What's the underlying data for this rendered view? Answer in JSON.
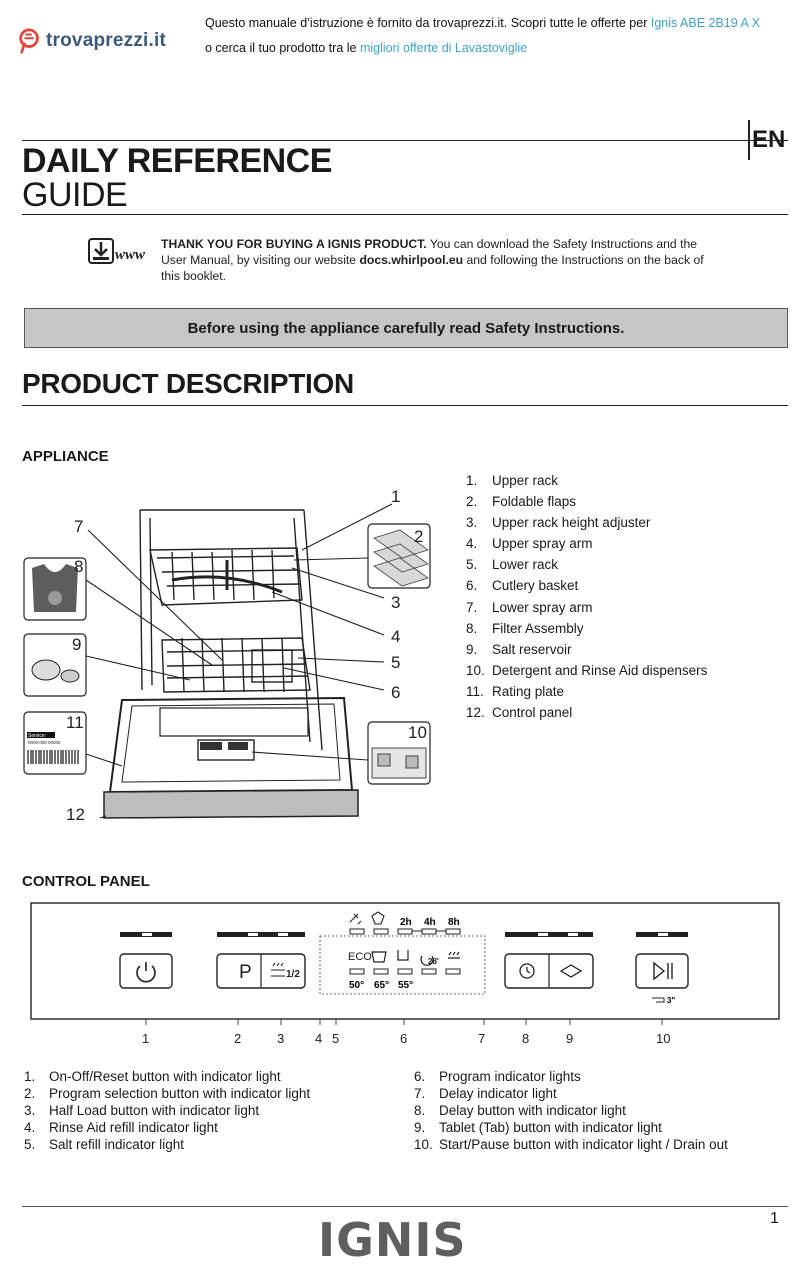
{
  "banner": {
    "logo_text": "trovaprezzi.it",
    "line1_prefix": "Questo manuale d’istruzione è fornito da trovaprezzi.it. Scopri tutte le offerte per ",
    "line1_link": "Ignis ABE 2B19 A X",
    "line2_prefix": "o cerca il tuo prodotto tra le ",
    "line2_link": "migliori offerte di Lavastoviglie"
  },
  "header": {
    "lang": "EN",
    "title_line1": "DAILY REFERENCE",
    "title_line2": "GUIDE"
  },
  "intro": {
    "www_label": "www",
    "thanks_bold": "THANK YOU FOR BUYING A IGNIS PRODUCT.",
    "thanks_text1": " You can download the Safety Instructions and the User Manual, by visiting our website ",
    "website": "docs.whirlpool.eu",
    "thanks_text2": " and following the Instructions on the back of this booklet."
  },
  "warning": "Before using the appliance carefully read Safety Instructions.",
  "product_heading": "PRODUCT  DESCRIPTION",
  "appliance": {
    "heading": "APPLIANCE",
    "callouts": [
      "1",
      "2",
      "3",
      "4",
      "5",
      "6",
      "7",
      "8",
      "9",
      "10",
      "11",
      "12"
    ],
    "rating_plate_label": "Service:",
    "rating_plate_code": "0000 000 00000",
    "parts": [
      {
        "n": "1.",
        "label": "Upper rack"
      },
      {
        "n": "2.",
        "label": "Foldable flaps"
      },
      {
        "n": "3.",
        "label": "Upper rack height adjuster"
      },
      {
        "n": "4.",
        "label": "Upper spray arm"
      },
      {
        "n": "5.",
        "label": "Lower rack"
      },
      {
        "n": "6.",
        "label": "Cutlery basket"
      },
      {
        "n": "7.",
        "label": "Lower spray arm"
      },
      {
        "n": "8.",
        "label": "Filter Assembly"
      },
      {
        "n": "9.",
        "label": "Salt reservoir"
      },
      {
        "n": "10.",
        "label": "Detergent and Rinse Aid dispensers"
      },
      {
        "n": "11.",
        "label": "Rating plate"
      },
      {
        "n": "12.",
        "label": "Control panel"
      }
    ]
  },
  "control_panel": {
    "heading": "CONTROL PANEL",
    "delay_labels": [
      "2h",
      "4h",
      "8h"
    ],
    "program_labels": [
      "ECO"
    ],
    "temp_labels": [
      "50°",
      "65°",
      "55°"
    ],
    "temp_28": "28'",
    "half_load_label": "1/2",
    "program_button_label": "P",
    "drain_label": "3\"",
    "numbers": [
      "1",
      "2",
      "3",
      "4",
      "5",
      "6",
      "7",
      "8",
      "9",
      "10"
    ],
    "legend_left": [
      {
        "n": "1.",
        "label": "On-Off/Reset button with indicator light"
      },
      {
        "n": "2.",
        "label": "Program selection button with indicator light"
      },
      {
        "n": "3.",
        "label": "Half Load button with indicator light"
      },
      {
        "n": "4.",
        "label": "Rinse Aid refill indicator light"
      },
      {
        "n": "5.",
        "label": "Salt refill indicator light"
      }
    ],
    "legend_right": [
      {
        "n": "6.",
        "label": "Program indicator lights"
      },
      {
        "n": "7.",
        "label": "Delay indicator light"
      },
      {
        "n": "8.",
        "label": "Delay button with indicator light"
      },
      {
        "n": "9.",
        "label": "Tablet (Tab) button with indicator light"
      },
      {
        "n": "10.",
        "label": "Start/Pause button with indicator light / Drain out"
      }
    ]
  },
  "footer": {
    "brand": "IGNIS",
    "page": "1"
  },
  "colors": {
    "link": "#3fa3c9",
    "logo_red": "#e0473a",
    "logo_blue": "#3e5a7a",
    "warning_bg": "#c6c6c6",
    "brand_grey": "#5f5f5f"
  }
}
